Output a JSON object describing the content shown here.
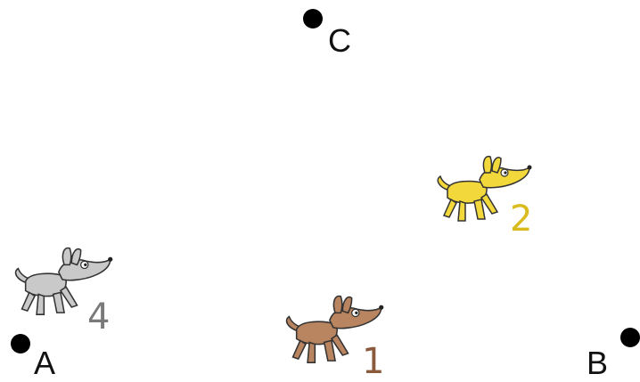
{
  "points": [
    {
      "id": "C",
      "label": "C"
    },
    {
      "id": "A",
      "label": "A"
    },
    {
      "id": "B",
      "label": "B"
    }
  ],
  "dogs": [
    {
      "number": "1",
      "color": "#b98460",
      "number_color": "#8b5a3c"
    },
    {
      "number": "2",
      "color": "#f2d83a",
      "number_color": "#d9bb1f"
    },
    {
      "number": "4",
      "color": "#c9c9c9",
      "number_color": "#7a7a7a"
    }
  ],
  "icons": {
    "dog": "dog-icon"
  }
}
